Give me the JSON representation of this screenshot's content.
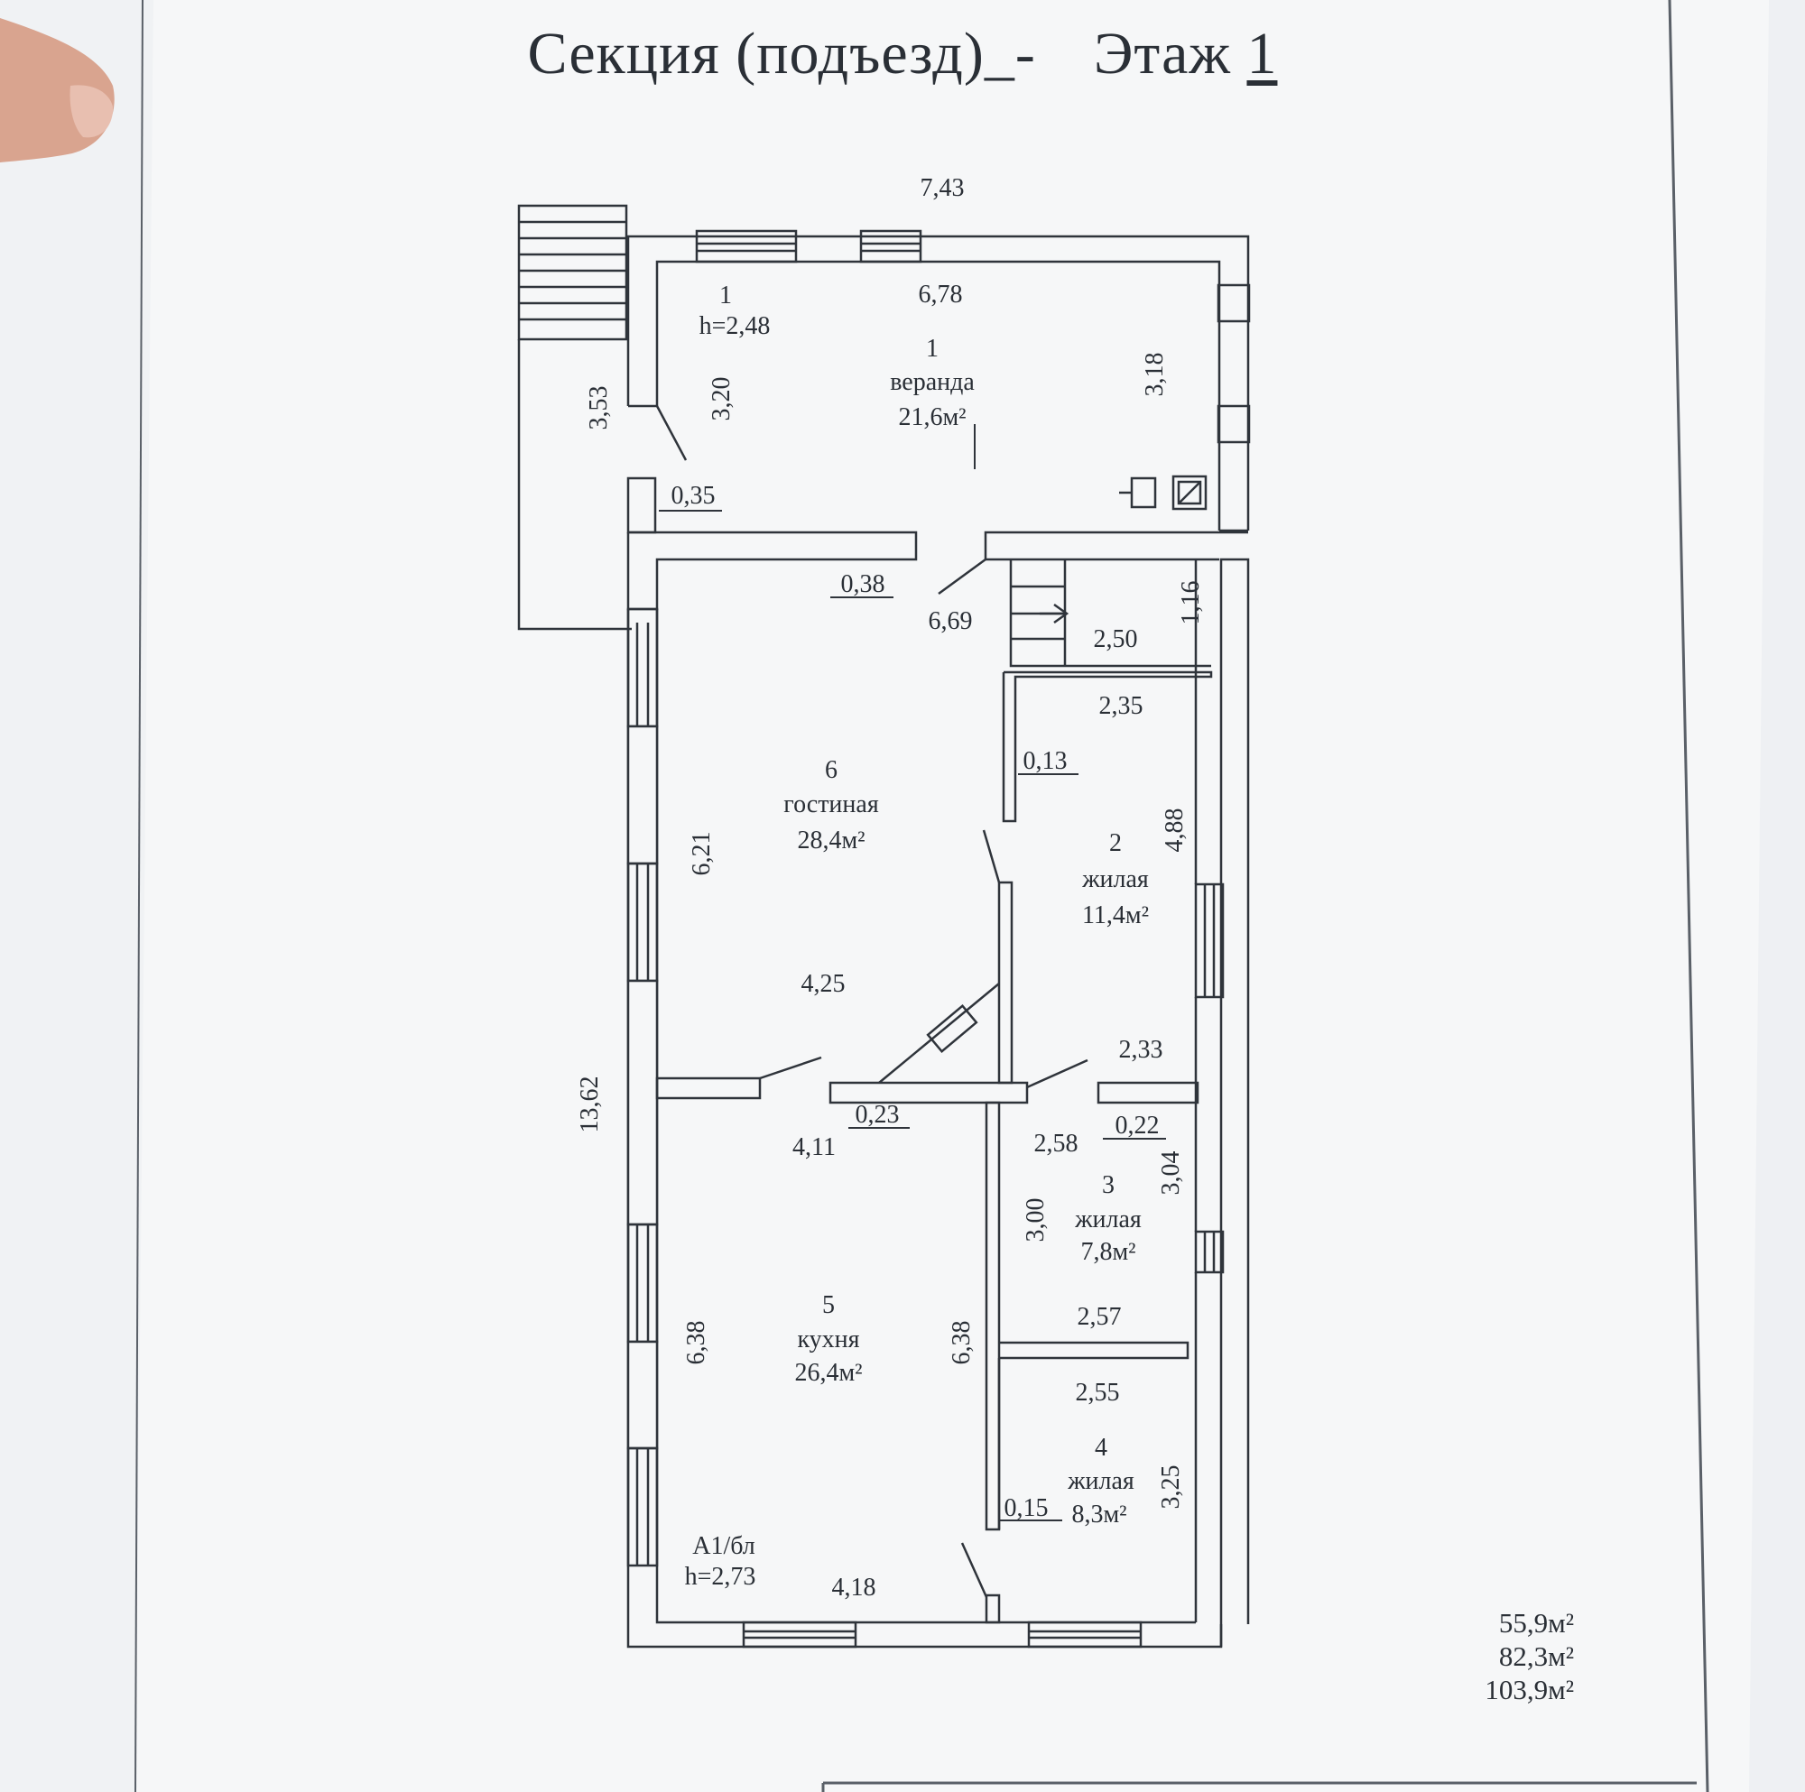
{
  "header": {
    "top_title": "Поэтажный план",
    "section_label": "Секция (подъезд)_-",
    "floor_label": "Этаж",
    "floor_number": "1"
  },
  "rooms": [
    {
      "id": "veranda",
      "number": "1",
      "name": "веранда",
      "area": "21,6м²"
    },
    {
      "id": "living-room",
      "number": "6",
      "name": "гостиная",
      "area": "28,4м²"
    },
    {
      "id": "bedroom-2",
      "number": "2",
      "name": "жилая",
      "area": "11,4м²"
    },
    {
      "id": "bedroom-3",
      "number": "3",
      "name": "жилая",
      "area": "7,8м²"
    },
    {
      "id": "kitchen",
      "number": "5",
      "name": "кухня",
      "area": "26,4м²"
    },
    {
      "id": "bedroom-4",
      "number": "4",
      "name": "жилая",
      "area": "8,3м²"
    }
  ],
  "labels": {
    "veranda_block": "1",
    "veranda_height": "h=2,48",
    "main_block": "А1/бл",
    "main_height": "h=2,73"
  },
  "dimensions": {
    "overall_width": "7,43",
    "veranda_width": "6,78",
    "veranda_depth_right": "3,18",
    "veranda_depth_left": "3,20",
    "porch_depth": "3,53",
    "veranda_wall": "0,35",
    "main_wall": "0,38",
    "corridor": "6,69",
    "overall_length": "13,62",
    "stair_width": "2,50",
    "stair_depth": "1,16",
    "room2_width": "2,35",
    "partition_013": "0,13",
    "room2_depth": "4,88",
    "living_depth": "6,21",
    "living_width": "4,25",
    "room3_width_top": "2,33",
    "partition_023": "0,23",
    "partition_022": "0,22",
    "kitchen_width_top": "4,11",
    "room3_width": "2,58",
    "room3_depth_right": "3,04",
    "room3_depth_left": "3,00",
    "room3_width_bottom": "2,57",
    "kitchen_depth": "6,38",
    "kitchen_depth_right": "6,38",
    "room4_width": "2,55",
    "room4_depth": "3,25",
    "partition_015": "0,15",
    "kitchen_width_bottom": "4,18"
  },
  "totals": [
    "55,9м²",
    "82,3м²",
    "103,9м²"
  ]
}
